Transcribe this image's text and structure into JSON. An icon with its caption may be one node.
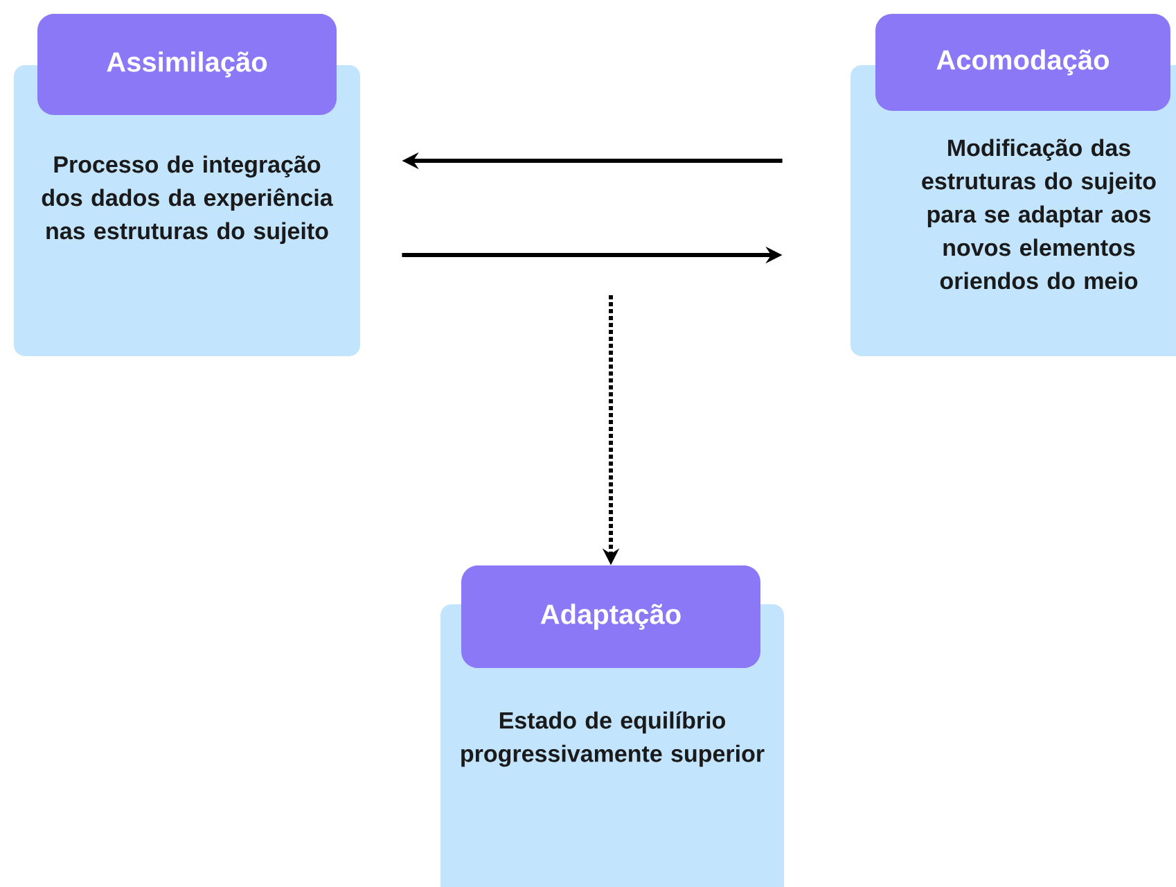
{
  "diagram": {
    "nodes": [
      {
        "text": [
          "Assimilação",
          "Processo de integração dos dados da experiência nas estruturas do sujeito"
        ]
      },
      {
        "text": [
          "Acomodação",
          "Modificação das estruturas do sujeito para se adaptar aos novos elementos oriendos do meio"
        ]
      },
      {
        "text": [
          "Adaptação",
          "Estado de equilíbrio progressivamente superior"
        ]
      }
    ],
    "edges": [
      {
        "from": 1,
        "to": 0,
        "arrow": "to"
      },
      {
        "from": 0,
        "to": 1,
        "arrow": "to"
      },
      {
        "from": null,
        "to": 2,
        "arrow": "to",
        "style": "dashed"
      }
    ]
  }
}
